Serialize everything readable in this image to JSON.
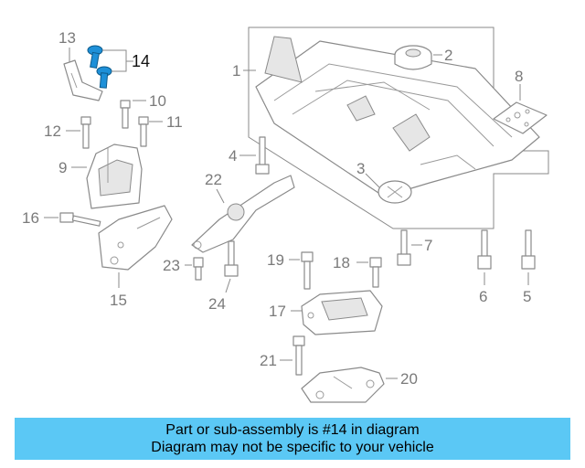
{
  "diagram": {
    "callouts": [
      "1",
      "2",
      "3",
      "4",
      "5",
      "6",
      "7",
      "8",
      "9",
      "10",
      "11",
      "12",
      "13",
      "14",
      "15",
      "16",
      "17",
      "18",
      "19",
      "20",
      "21",
      "22",
      "23",
      "24"
    ],
    "highlighted_part": "14",
    "highlight_color": "#1e90d8"
  },
  "banner": {
    "line1": "Part or sub-assembly is #14 in diagram",
    "line2": "Diagram may not be specific to your vehicle",
    "background": "#5bc8f5"
  }
}
